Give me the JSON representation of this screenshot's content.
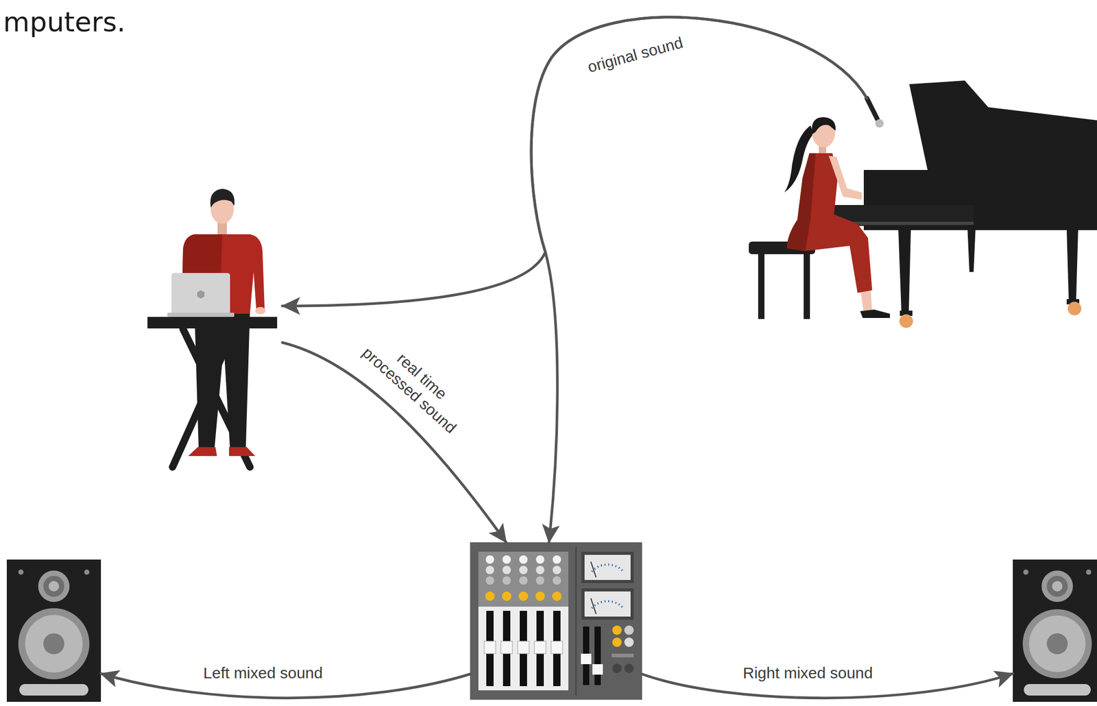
{
  "diagram": {
    "nodes": [
      {
        "text": []
      },
      {
        "text": []
      },
      {
        "text": []
      },
      {
        "text": []
      },
      {
        "text": []
      }
    ],
    "edges": [
      {
        "from": 0,
        "to": 1,
        "arrow": "to"
      },
      {
        "from": 0,
        "to": 2,
        "label": "original sound",
        "arrow": "to"
      },
      {
        "from": 1,
        "to": 2,
        "label": "real time processed sound",
        "arrow": "to"
      },
      {
        "from": 2,
        "to": 3,
        "label": "Left mixed sound",
        "arrow": "to"
      },
      {
        "from": 2,
        "to": 4,
        "label": "Right mixed sound",
        "arrow": "to"
      }
    ],
    "labels": [
      "mputers."
    ]
  }
}
